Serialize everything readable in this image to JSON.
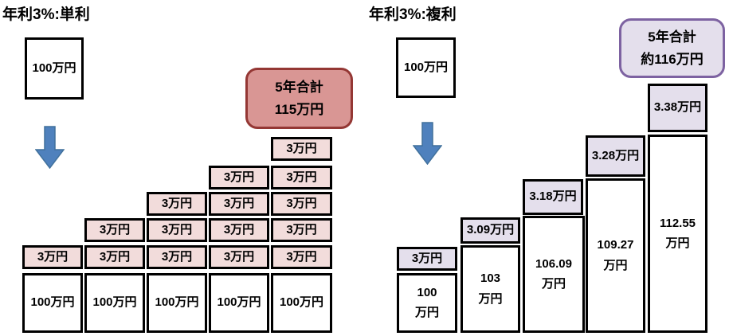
{
  "simple": {
    "title": "年利3%:単利",
    "initial_box_label": "100万円",
    "callout": {
      "line1": "5年合計",
      "line2": "115万円"
    },
    "years": [
      {
        "principal": "100万円",
        "interest": [
          "3万円"
        ]
      },
      {
        "principal": "100万円",
        "interest": [
          "3万円",
          "3万円"
        ]
      },
      {
        "principal": "100万円",
        "interest": [
          "3万円",
          "3万円",
          "3万円"
        ]
      },
      {
        "principal": "100万円",
        "interest": [
          "3万円",
          "3万円",
          "3万円",
          "3万円"
        ]
      },
      {
        "principal": "100万円",
        "interest": [
          "3万円",
          "3万円",
          "3万円",
          "3万円",
          "3万円"
        ]
      }
    ]
  },
  "compound": {
    "title": "年利3%:複利",
    "initial_box_label": "100万円",
    "callout": {
      "line1": "5年合計",
      "line2": "約116万円"
    },
    "years": [
      {
        "principal": [
          "100",
          "万円"
        ],
        "interest": "3万円"
      },
      {
        "principal": [
          "103",
          "万円"
        ],
        "interest": "3.09万円"
      },
      {
        "principal": [
          "106.09",
          "万円"
        ],
        "interest": "3.18万円"
      },
      {
        "principal": [
          "109.27",
          "万円"
        ],
        "interest": "3.28万円"
      },
      {
        "principal": [
          "112.55",
          "万円"
        ],
        "interest": "3.38万円"
      }
    ]
  },
  "colors": {
    "simple_interest_fill": "#f2dcdb",
    "simple_callout_fill": "#d99694",
    "simple_callout_border": "#943734",
    "compound_interest_fill": "#e4dfec",
    "compound_callout_border": "#7d62a1",
    "arrow_fill": "#4f81bd",
    "arrow_border": "#41719c",
    "box_border": "#000000"
  }
}
